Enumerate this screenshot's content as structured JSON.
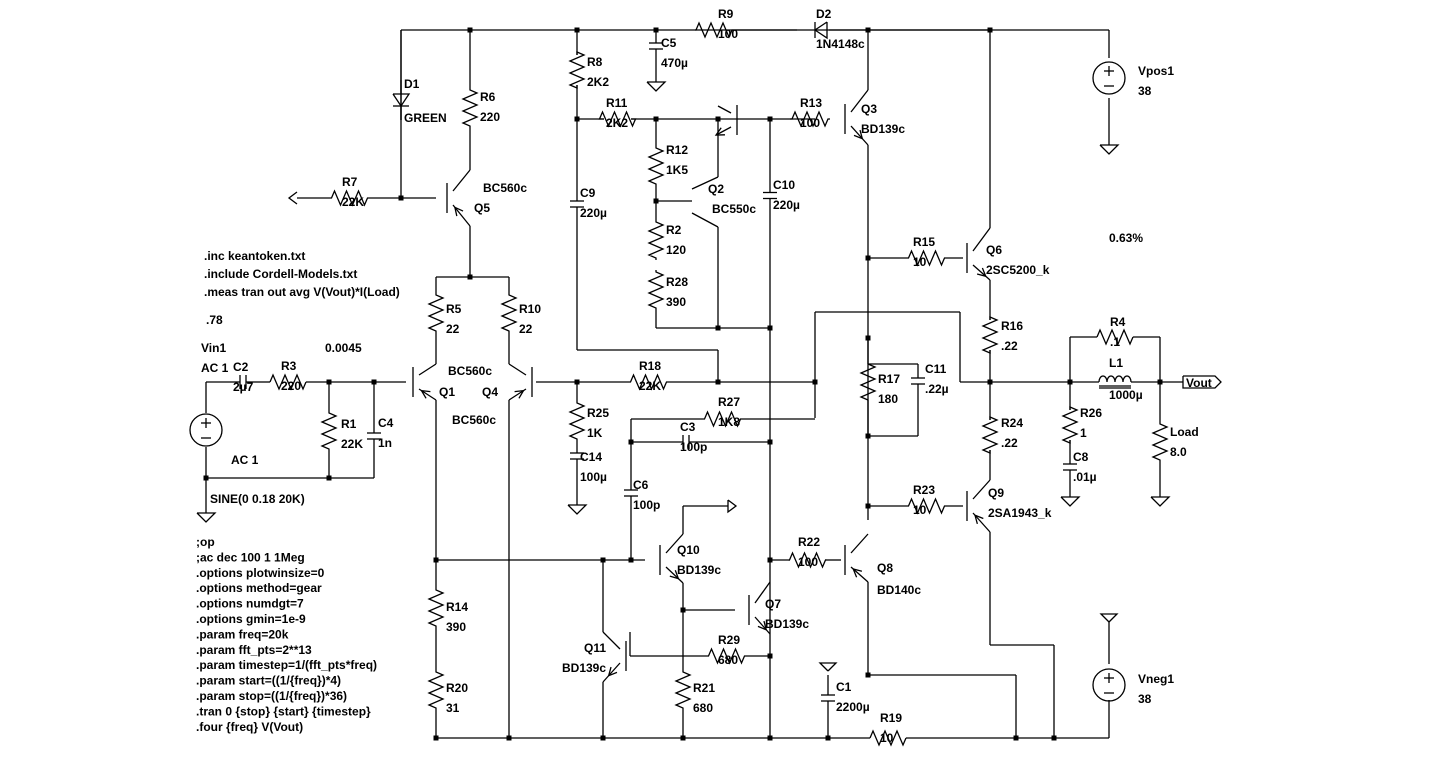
{
  "components": {
    "R1": {
      "ref": "R1",
      "value": "22K"
    },
    "R2": {
      "ref": "R2",
      "value": "120"
    },
    "R3": {
      "ref": "R3",
      "value": "220"
    },
    "R4": {
      "ref": "R4",
      "value": ".1"
    },
    "R5": {
      "ref": "R5",
      "value": "22"
    },
    "R6": {
      "ref": "R6",
      "value": "220"
    },
    "R7": {
      "ref": "R7",
      "value": "22K"
    },
    "R8": {
      "ref": "R8",
      "value": "2K2"
    },
    "R9": {
      "ref": "R9",
      "value": "100"
    },
    "R10": {
      "ref": "R10",
      "value": "22"
    },
    "R11": {
      "ref": "R11",
      "value": "2K2"
    },
    "R12": {
      "ref": "R12",
      "value": "1K5"
    },
    "R13": {
      "ref": "R13",
      "value": "100"
    },
    "R14": {
      "ref": "R14",
      "value": "390"
    },
    "R15": {
      "ref": "R15",
      "value": "10"
    },
    "R16": {
      "ref": "R16",
      "value": ".22"
    },
    "R17": {
      "ref": "R17",
      "value": "180"
    },
    "R18": {
      "ref": "R18",
      "value": "22K"
    },
    "R19": {
      "ref": "R19",
      "value": "10"
    },
    "R20": {
      "ref": "R20",
      "value": "31"
    },
    "R21": {
      "ref": "R21",
      "value": "680"
    },
    "R22": {
      "ref": "R22",
      "value": "100"
    },
    "R23": {
      "ref": "R23",
      "value": "10"
    },
    "R24": {
      "ref": "R24",
      "value": ".22"
    },
    "R25": {
      "ref": "R25",
      "value": "1K"
    },
    "R26": {
      "ref": "R26",
      "value": "1"
    },
    "R27": {
      "ref": "R27",
      "value": "1K8"
    },
    "R28": {
      "ref": "R28",
      "value": "390"
    },
    "R29": {
      "ref": "R29",
      "value": "680"
    },
    "Load": {
      "ref": "Load",
      "value": "8.0"
    },
    "C1": {
      "ref": "C1",
      "value": "2200µ"
    },
    "C2": {
      "ref": "C2",
      "value": "2µ7"
    },
    "C3": {
      "ref": "C3",
      "value": "100p"
    },
    "C4": {
      "ref": "C4",
      "value": "1n"
    },
    "C5": {
      "ref": "C5",
      "value": "470µ"
    },
    "C6": {
      "ref": "C6",
      "value": "100p"
    },
    "C8": {
      "ref": "C8",
      "value": ".01µ"
    },
    "C9": {
      "ref": "C9",
      "value": "220µ"
    },
    "C10": {
      "ref": "C10",
      "value": "220µ"
    },
    "C11": {
      "ref": "C11",
      "value": ".22µ"
    },
    "C14": {
      "ref": "C14",
      "value": "100µ"
    },
    "L1": {
      "ref": "L1",
      "value": "1000µ"
    },
    "D1": {
      "ref": "D1",
      "value": "GREEN"
    },
    "D2": {
      "ref": "D2",
      "value": "1N4148c"
    },
    "Q1": {
      "ref": "Q1",
      "value": "BC560c"
    },
    "Q2": {
      "ref": "Q2",
      "value": "BC550c"
    },
    "Q3": {
      "ref": "Q3",
      "value": "BD139c"
    },
    "Q4": {
      "ref": "Q4",
      "value": "BC560c"
    },
    "Q5": {
      "ref": "Q5",
      "value": "BC560c"
    },
    "Q6": {
      "ref": "Q6",
      "value": "2SC5200_k"
    },
    "Q7": {
      "ref": "Q7",
      "value": "BD139c"
    },
    "Q8": {
      "ref": "Q8",
      "value": "BD140c"
    },
    "Q9": {
      "ref": "Q9",
      "value": "2SA1943_k"
    },
    "Q10": {
      "ref": "Q10",
      "value": "BD139c"
    },
    "Q11": {
      "ref": "Q11",
      "value": "BD139c"
    },
    "Vpos1": {
      "ref": "Vpos1",
      "value": "38"
    },
    "Vneg1": {
      "ref": "Vneg1",
      "value": "38"
    },
    "Vin1": {
      "ref": "Vin1",
      "value": "AC 1",
      "source": "SINE(0 0.18 20K)"
    }
  },
  "net_labels": {
    "vout": "Vout"
  },
  "readouts": {
    "distortion": "0.63%",
    "power": ".78",
    "level": "0.0045"
  },
  "directives": [
    ".inc keantoken.txt",
    ".include Cordell-Models.txt",
    ".meas tran out avg V(Vout)*I(Load)"
  ],
  "commands": [
    ";op",
    ";ac dec 100 1 1Meg",
    ".options plotwinsize=0",
    ".options method=gear",
    ".options numdgt=7",
    ".options gmin=1e-9",
    ".param freq=20k",
    ".param fft_pts=2**13",
    ".param timestep=1/(fft_pts*freq)",
    ".param start=((1/{freq})*4)",
    ".param stop=((1/{freq})*36)",
    ".tran 0 {stop} {start} {timestep}",
    ".four {freq} V(Vout)"
  ]
}
